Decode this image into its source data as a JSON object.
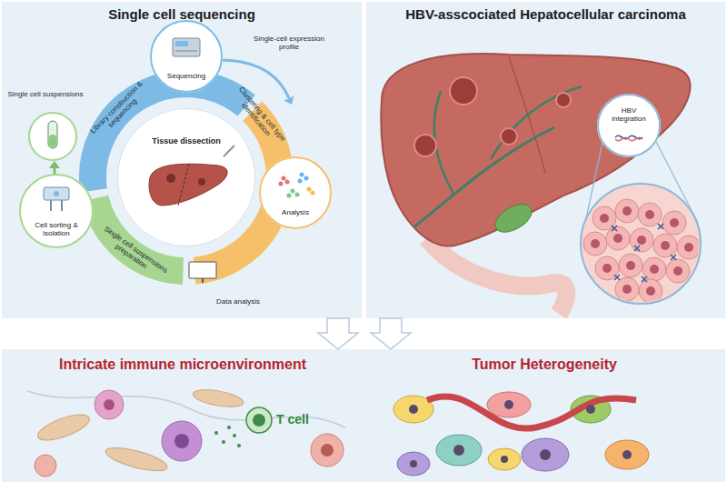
{
  "diagram": {
    "nodes": [
      {
        "text": [
          "Single cell sequencing"
        ]
      },
      {
        "text": [
          "Sequencing"
        ],
        "in": 0
      },
      {
        "text": [
          "Tissue dissection"
        ],
        "in": 0
      },
      {
        "text": [
          "Analysis"
        ],
        "in": 0
      },
      {
        "text": [
          "Cell sorting & isolation"
        ],
        "in": 0
      },
      {
        "text": [
          "HBV-asscociated Hepatocellular carcinoma"
        ]
      },
      {
        "text": [
          "HBV integration"
        ],
        "in": 5
      },
      {
        "text": [
          "Intricate immune microenvironment",
          "Tumor Heterogeneity"
        ]
      }
    ],
    "edges": [
      {
        "from": 0,
        "to": 7,
        "arrow": "to"
      },
      {
        "from": 5,
        "to": 7,
        "arrow": "to"
      }
    ],
    "labels": [
      "Single-cell expression profile",
      "Library construction & sequencing",
      "Single cell suspensions",
      "Clustering & cell type identification",
      "Single cell suspensions preparation",
      "Data analysis",
      "T cell"
    ]
  }
}
